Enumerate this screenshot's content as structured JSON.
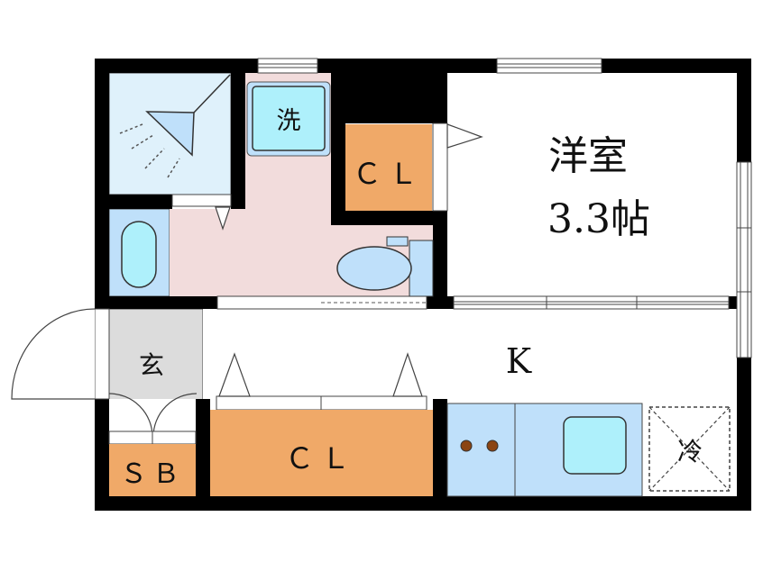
{
  "floor_plan": {
    "type": "1K apartment floor plan",
    "rooms": {
      "western_room": {
        "name": "洋室",
        "size": "3.3帖"
      },
      "kitchen": {
        "label": "K"
      },
      "entrance": {
        "label": "玄"
      },
      "shoe_box": {
        "label": "ＳＢ"
      },
      "closet_bedroom": {
        "label": "ＣＬ"
      },
      "closet_kitchen": {
        "label": "ＣＬ"
      },
      "washer": {
        "label": "洗"
      },
      "fridge": {
        "label": "冷"
      }
    },
    "colors": {
      "wall": "#000000",
      "bath": "#dff1fb",
      "wet_area": "#f2dcdc",
      "fixture_blue": "#bfe0fa",
      "fixture_cyan": "#aef0fb",
      "closet": "#f0a968",
      "entrance_floor": "#dcdcdc",
      "stove_burner": "#8b4513"
    }
  }
}
